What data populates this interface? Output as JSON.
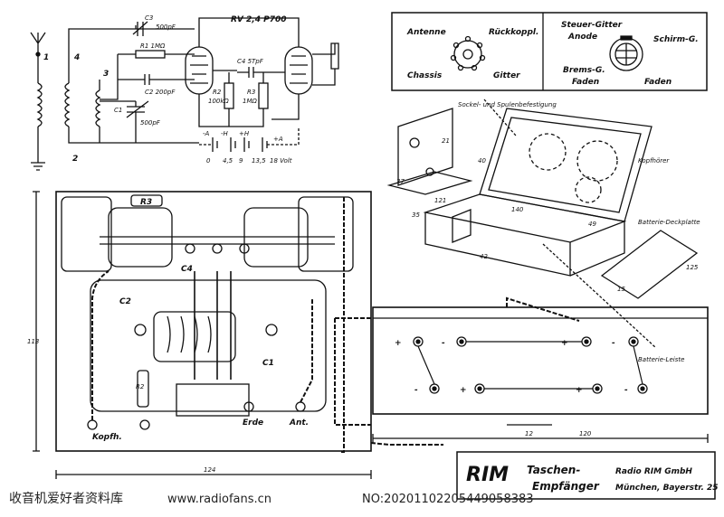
{
  "schematic": {
    "terminals": [
      "1",
      "4",
      "3",
      "2"
    ],
    "components": {
      "c3": "C3",
      "c3_val": "500pF",
      "r1": "R1 1MΩ",
      "c2": "C2 200pF",
      "c1": "C1",
      "c1_val": "500pF",
      "rv": "RV 2,4 P700",
      "c4": "C4 5TpF",
      "r2": "R2",
      "r2_val": "100kΩ",
      "r3": "R3",
      "r3_val": "1MΩ"
    },
    "battery_labels": [
      "-A",
      "-H",
      "+H",
      "+A"
    ],
    "battery_volts": [
      "0",
      "4,5",
      "9",
      "13,5",
      "18 Volt"
    ]
  },
  "pin_diagrams": {
    "left": [
      "Antenne",
      "Rückkoppl.",
      "Chassis",
      "Gitter"
    ],
    "right": [
      "Steuer-Gitter",
      "Anode",
      "Schirm-G.",
      "Brems-G.",
      "Faden",
      "Faden"
    ]
  },
  "perspective": {
    "socket_note": "Sockel- und Spulenbefestigung",
    "headphone": "Kopfhörer",
    "battery_cover": "Batterie-Deckplatte",
    "battery_bar": "Batterie-Leiste",
    "dims": [
      "37",
      "21",
      "40",
      "121",
      "35",
      "140",
      "49",
      "42",
      "125",
      "15"
    ]
  },
  "chassis": {
    "labels": [
      "R3",
      "C4",
      "C2",
      "C1",
      "R2",
      "Kopfh.",
      "Erde",
      "Ant."
    ],
    "dim_height": "113",
    "dim_width": "124"
  },
  "battery_board": {
    "signs": [
      "+",
      "-",
      "+",
      "-",
      "-",
      "+",
      "+",
      "-"
    ],
    "dim_small": "12",
    "dim_width": "120"
  },
  "title_block": {
    "brand": "RIM",
    "title_line1": "Taschen-",
    "title_line2": "Empfänger",
    "company": "Radio RIM GmbH",
    "address": "München, Bayerstr. 25"
  },
  "watermark": {
    "site_cn": "收音机爱好者资料库",
    "url": "www.radiofans.cn",
    "doc_no": "NO:20201102205449058383"
  }
}
